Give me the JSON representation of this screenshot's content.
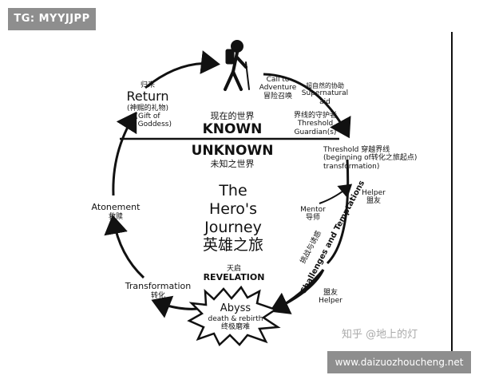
{
  "tag": "TG: MYYJJPP",
  "website": "www.daizuozhoucheng.net",
  "watermark": "知乎 @地上的灯",
  "center": {
    "title_en": [
      "The",
      "Hero's",
      "Journey"
    ],
    "title_cn": "英雄之旅"
  },
  "known": {
    "cn": "现在的世界",
    "en": "KNOWN"
  },
  "unknown": {
    "en": "UNKNOWN",
    "cn": "未知之世界"
  },
  "stages": {
    "call": {
      "en": [
        "Call to",
        "Adventure"
      ],
      "cn": "冒险召唤"
    },
    "supernatural": {
      "cn": "超自然的协助",
      "en": [
        "Supernatural",
        "aid"
      ]
    },
    "guardians": {
      "cn": "界线的守护者",
      "en": [
        "Threshold",
        "Guardian(s)"
      ]
    },
    "threshold": {
      "en": "Threshold",
      "cn": "穿越界线",
      "sub": "(beginning of",
      "sub_cn": "转化之旅起点)",
      "sub2": "transformation)"
    },
    "helper1": {
      "en": "Helper",
      "cn": "盟友"
    },
    "mentor": {
      "en": "Mentor",
      "cn": "导师"
    },
    "challenges": {
      "en": "Challenges and Temptations",
      "cn": "挑战与诱惑"
    },
    "helper2": {
      "cn": "盟友",
      "en": "Helper"
    },
    "abyss": {
      "en": "Abyss",
      "sub": "death & rebirth",
      "cn": "终极磨难"
    },
    "revelation": {
      "cn": "天启",
      "en": "REVELATION"
    },
    "transformation": {
      "en": "Transformation",
      "cn": "转化"
    },
    "atonement": {
      "en": "Atonement",
      "cn": "救赎"
    },
    "return": {
      "cn": "归来",
      "en": "Return",
      "gift_cn": "(神赐的礼物)",
      "gift": [
        "(Gift of",
        "the Goddess)"
      ]
    }
  }
}
